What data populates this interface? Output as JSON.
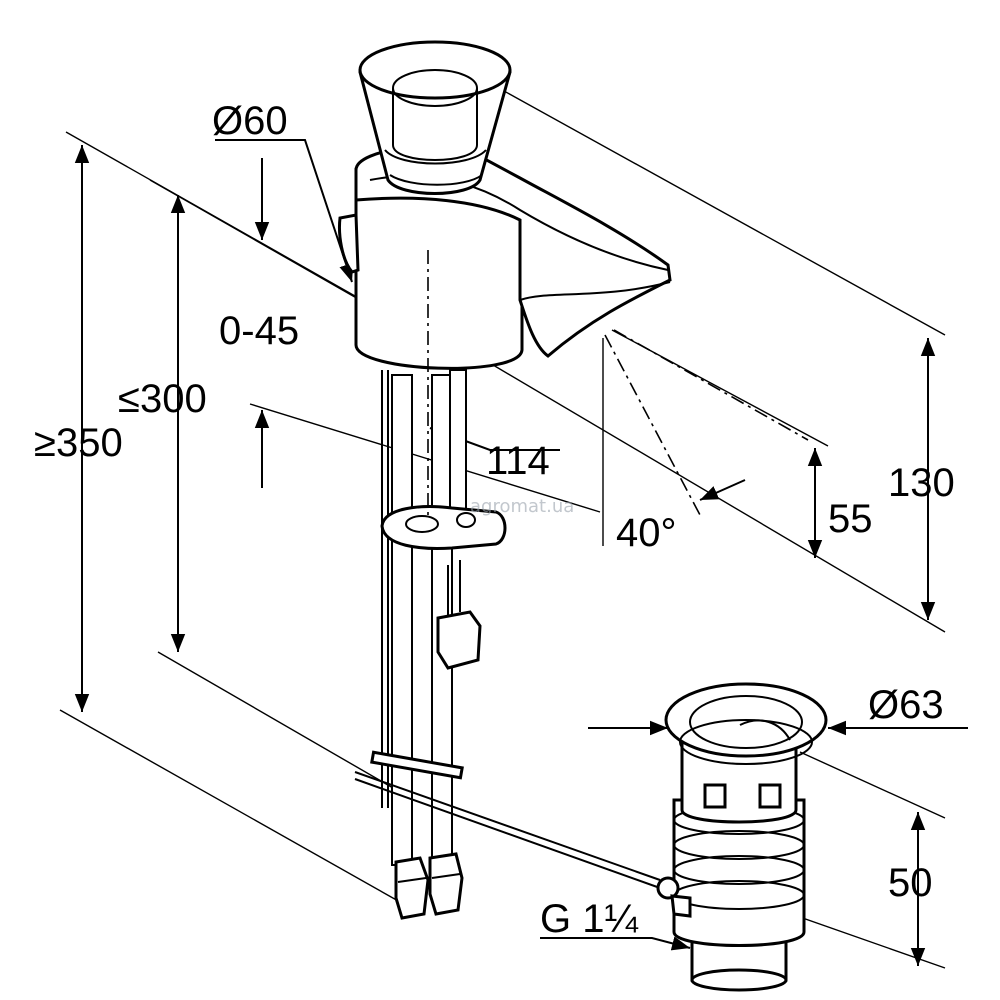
{
  "labels": {
    "dia_60": "Ø60",
    "range_0_45": "0-45",
    "max_300": "≤300",
    "min_350": "≥350",
    "dim_114": "114",
    "angle_40": "40°",
    "dim_55": "55",
    "dim_130": "130",
    "dia_63": "Ø63",
    "dim_50": "50",
    "thread_g": "G 1¼"
  },
  "watermark": "agromat.ua"
}
